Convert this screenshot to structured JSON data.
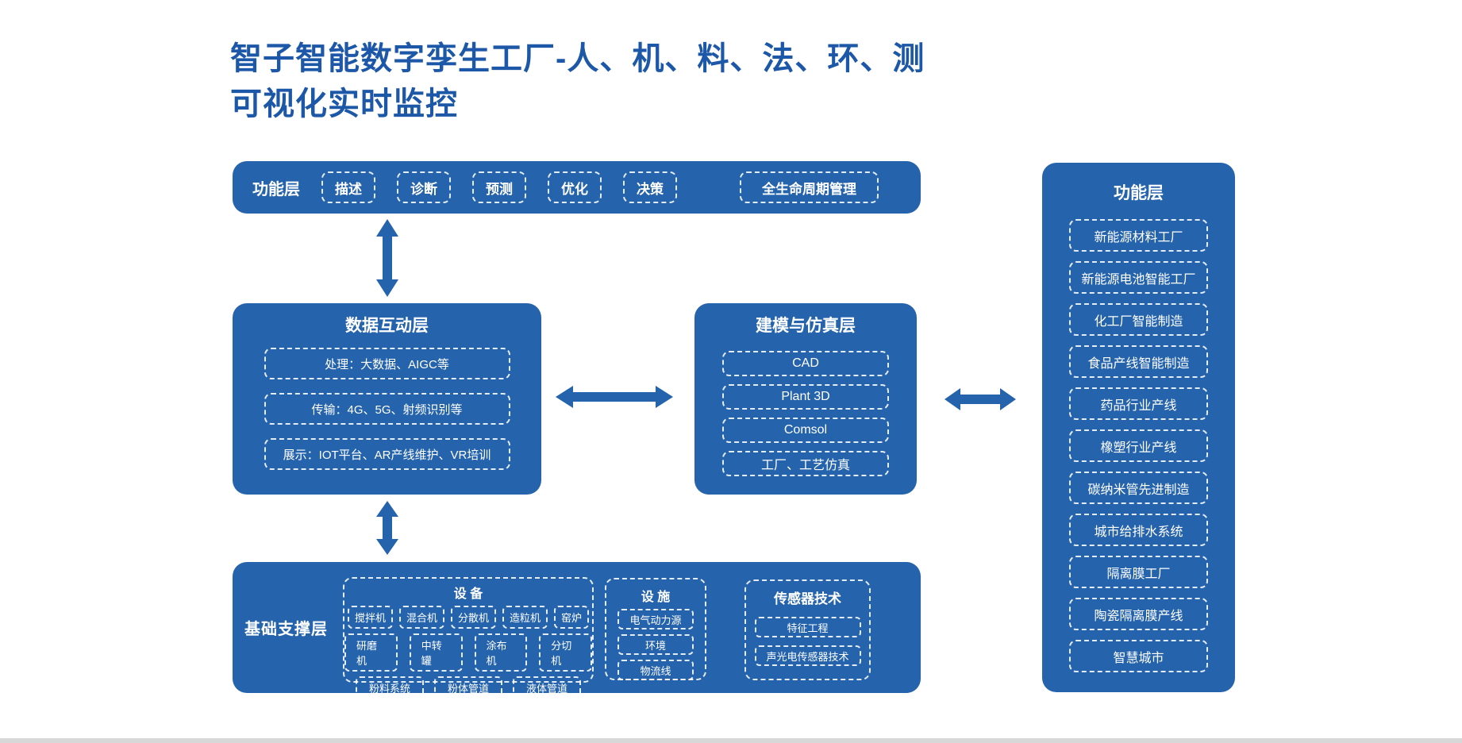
{
  "colors": {
    "primary_blue": "#2563ac",
    "title_blue": "#1c57a8",
    "text_white": "#ffffff"
  },
  "title": {
    "line1": "智子智能数字孪生工厂-人、机、料、法、环、测",
    "line2": "可视化实时监控"
  },
  "top_function_layer": {
    "label": "功能层",
    "items": [
      "描述",
      "诊断",
      "预测",
      "优化",
      "决策"
    ],
    "lifecycle_item": "全生命周期管理"
  },
  "data_interaction_layer": {
    "title": "数据互动层",
    "items": [
      "处理：大数据、AIGC等",
      "传输：4G、5G、射频识别等",
      "展示：IOT平台、AR产线维护、VR培训"
    ]
  },
  "modeling_simulation_layer": {
    "title": "建模与仿真层",
    "items": [
      "CAD",
      "Plant 3D",
      "Comsol",
      "工厂、工艺仿真"
    ]
  },
  "base_support_layer": {
    "label": "基础支撑层",
    "equipment": {
      "title": "设 备",
      "row1": [
        "搅拌机",
        "混合机",
        "分散机",
        "造粒机",
        "窑炉"
      ],
      "row2": [
        "研磨机",
        "中转罐",
        "涂布机",
        "分切机"
      ],
      "row3": [
        "粉料系统",
        "粉体管道",
        "液体管道"
      ]
    },
    "facilities": {
      "title": "设 施",
      "items": [
        "电气动力源",
        "环境",
        "物流线"
      ]
    },
    "sensors": {
      "title": "传感器技术",
      "items": [
        "特征工程",
        "声光电传感器技术"
      ]
    }
  },
  "right_function_layer": {
    "title": "功能层",
    "items": [
      "新能源材料工厂",
      "新能源电池智能工厂",
      "化工厂智能制造",
      "食品产线智能制造",
      "药品行业产线",
      "橡塑行业产线",
      "碳纳米管先进制造",
      "城市给排水系统",
      "隔离膜工厂",
      "陶瓷隔离膜产线",
      "智慧城市"
    ]
  }
}
